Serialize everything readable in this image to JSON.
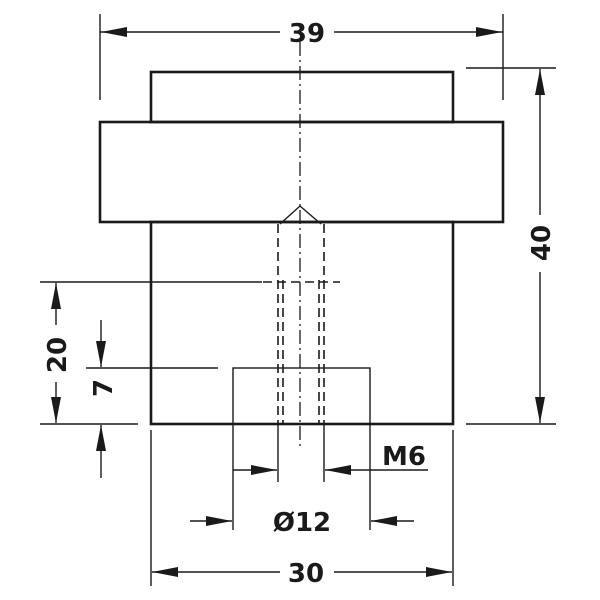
{
  "drawing": {
    "dimensions": {
      "overall_width": "39",
      "overall_height": "40",
      "insert_depth": "20",
      "thread_depth": "7",
      "thread": "M6",
      "recess_diameter": "Ø12",
      "base_width": "30"
    }
  }
}
